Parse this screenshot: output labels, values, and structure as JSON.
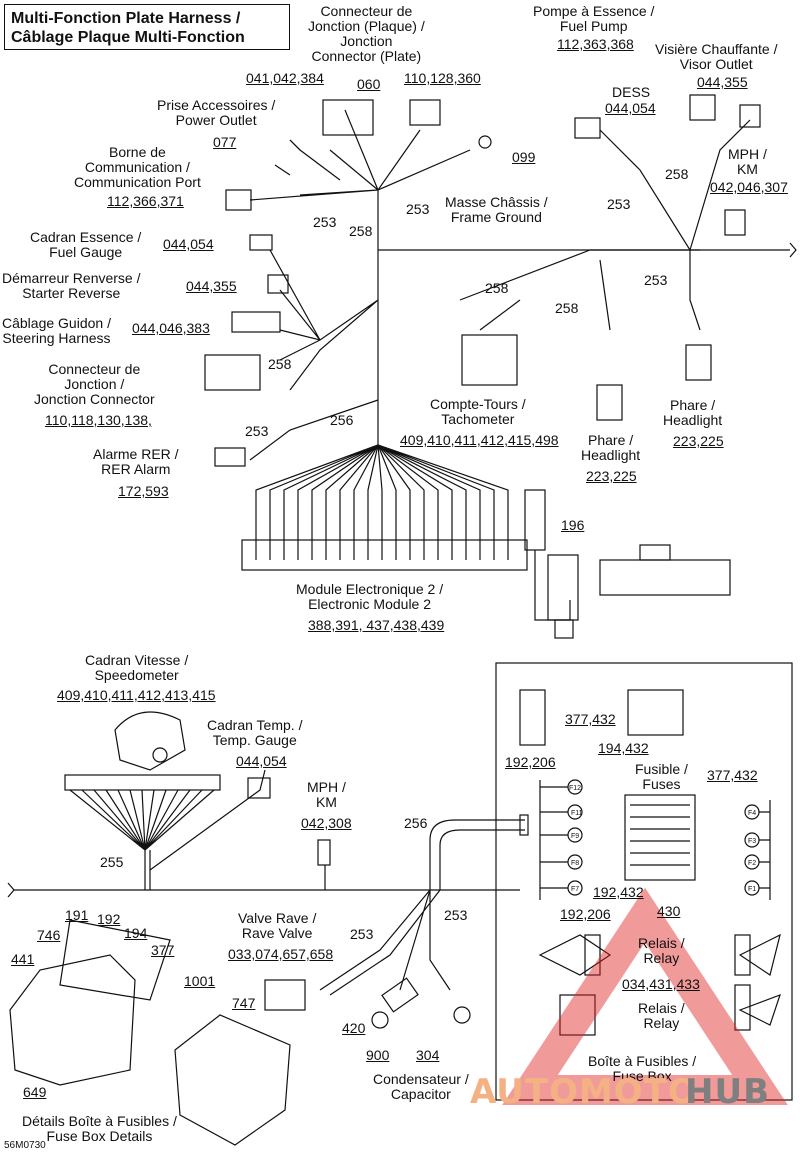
{
  "title": [
    "Multi-Fonction Plate Harness /",
    "Câblage Plaque Multi-Fonction"
  ],
  "drawing_code": "56M0730",
  "watermark": {
    "part1": "AUTOMOTO",
    "part2": "HUB",
    "color1": "#f4b183",
    "color2": "#7f7f7f",
    "triangle_color": "#e02020"
  },
  "labels": {
    "jonction_plate": [
      "Connecteur de",
      "Jonction (Plaque) /",
      "Jonction",
      "Connector (Plate)"
    ],
    "jonction_plate_nums": "110,128,360",
    "n_041": "041,042,384",
    "n_060": "060",
    "pompe": [
      "Pompe à Essence /",
      "Fuel Pump"
    ],
    "pompe_nums": "112,363,368",
    "visiere": [
      "Visière Chauffante /",
      "Visor Outlet"
    ],
    "visiere_nums": "044,355",
    "dess": "DESS",
    "dess_nums": "044,054",
    "prise": [
      "Prise Accessoires /",
      "Power Outlet"
    ],
    "n_077": "077",
    "n_099": "099",
    "borne": [
      "Borne de",
      "Communication /",
      "Communication Port"
    ],
    "borne_nums": "112,366,371",
    "masse": [
      "Masse Châssis /",
      "Frame Ground"
    ],
    "mph_top": [
      "MPH /",
      "KM"
    ],
    "mph_top_nums": "042,046,307",
    "fuel_gauge": [
      "Cadran Essence /",
      "Fuel Gauge"
    ],
    "fuel_gauge_nums": "044,054",
    "starter": [
      "Démarreur Renverse /",
      "Starter Reverse"
    ],
    "starter_nums": "044,355",
    "steering": [
      "Câblage Guidon /",
      "Steering Harness"
    ],
    "steering_nums": "044,046,383",
    "jonction": [
      "Connecteur de",
      "Jonction /",
      "Jonction Connector"
    ],
    "jonction_nums": "110,118,130,138,",
    "rer": [
      "Alarme RER /",
      "RER Alarm"
    ],
    "rer_nums": "172,593",
    "tacho": [
      "Compte-Tours /",
      "Tachometer"
    ],
    "tacho_nums": "409,410,411,412,415,498",
    "phare1": [
      "Phare /",
      "Headlight"
    ],
    "phare1_nums": "223,225",
    "phare2": [
      "Phare /",
      "Headlight"
    ],
    "phare2_nums": "223,225",
    "module": [
      "Module Electronique 2 /",
      "Electronic Module 2"
    ],
    "module_nums": "388,391, 437,438,439",
    "speedo": [
      "Cadran Vitesse /",
      "Speedometer"
    ],
    "speedo_nums": "409,410,411,412,413,415",
    "temp": [
      "Cadran Temp. /",
      "Temp. Gauge"
    ],
    "temp_nums": "044,054",
    "mph_bot": [
      "MPH /",
      "KM"
    ],
    "mph_bot_nums": "042,308",
    "rave": [
      "Valve Rave /",
      "Rave Valve"
    ],
    "rave_nums": "033,074,657,658",
    "condens": [
      "Condensateur /",
      "Capacitor"
    ],
    "fusible": [
      "Fusible /",
      "Fuses"
    ],
    "relais1": [
      "Relais /",
      "Relay"
    ],
    "relais2": [
      "Relais /",
      "Relay"
    ],
    "relais_nums": "034,431,433",
    "fusebox": [
      "Boîte à Fusibles /",
      "Fuse Box"
    ],
    "fusebox_details": [
      "Détails Boîte à Fusibles /",
      "Fuse Box Details"
    ]
  },
  "wire_numbers": [
    "253",
    "258",
    "253",
    "258",
    "253",
    "258",
    "258",
    "256",
    "253",
    "255",
    "256",
    "253",
    "253"
  ],
  "callouts": [
    "196",
    "377,432",
    "194,432",
    "192,206",
    "377,432",
    "192,432",
    "192,206",
    "430",
    "191",
    "192",
    "194",
    "377",
    "746",
    "441",
    "1001",
    "747",
    "649",
    "420",
    "900",
    "304"
  ],
  "fuse_labels": [
    "F12",
    "F11",
    "F9",
    "F8",
    "F7",
    "F4",
    "F3",
    "F2",
    "F1"
  ]
}
